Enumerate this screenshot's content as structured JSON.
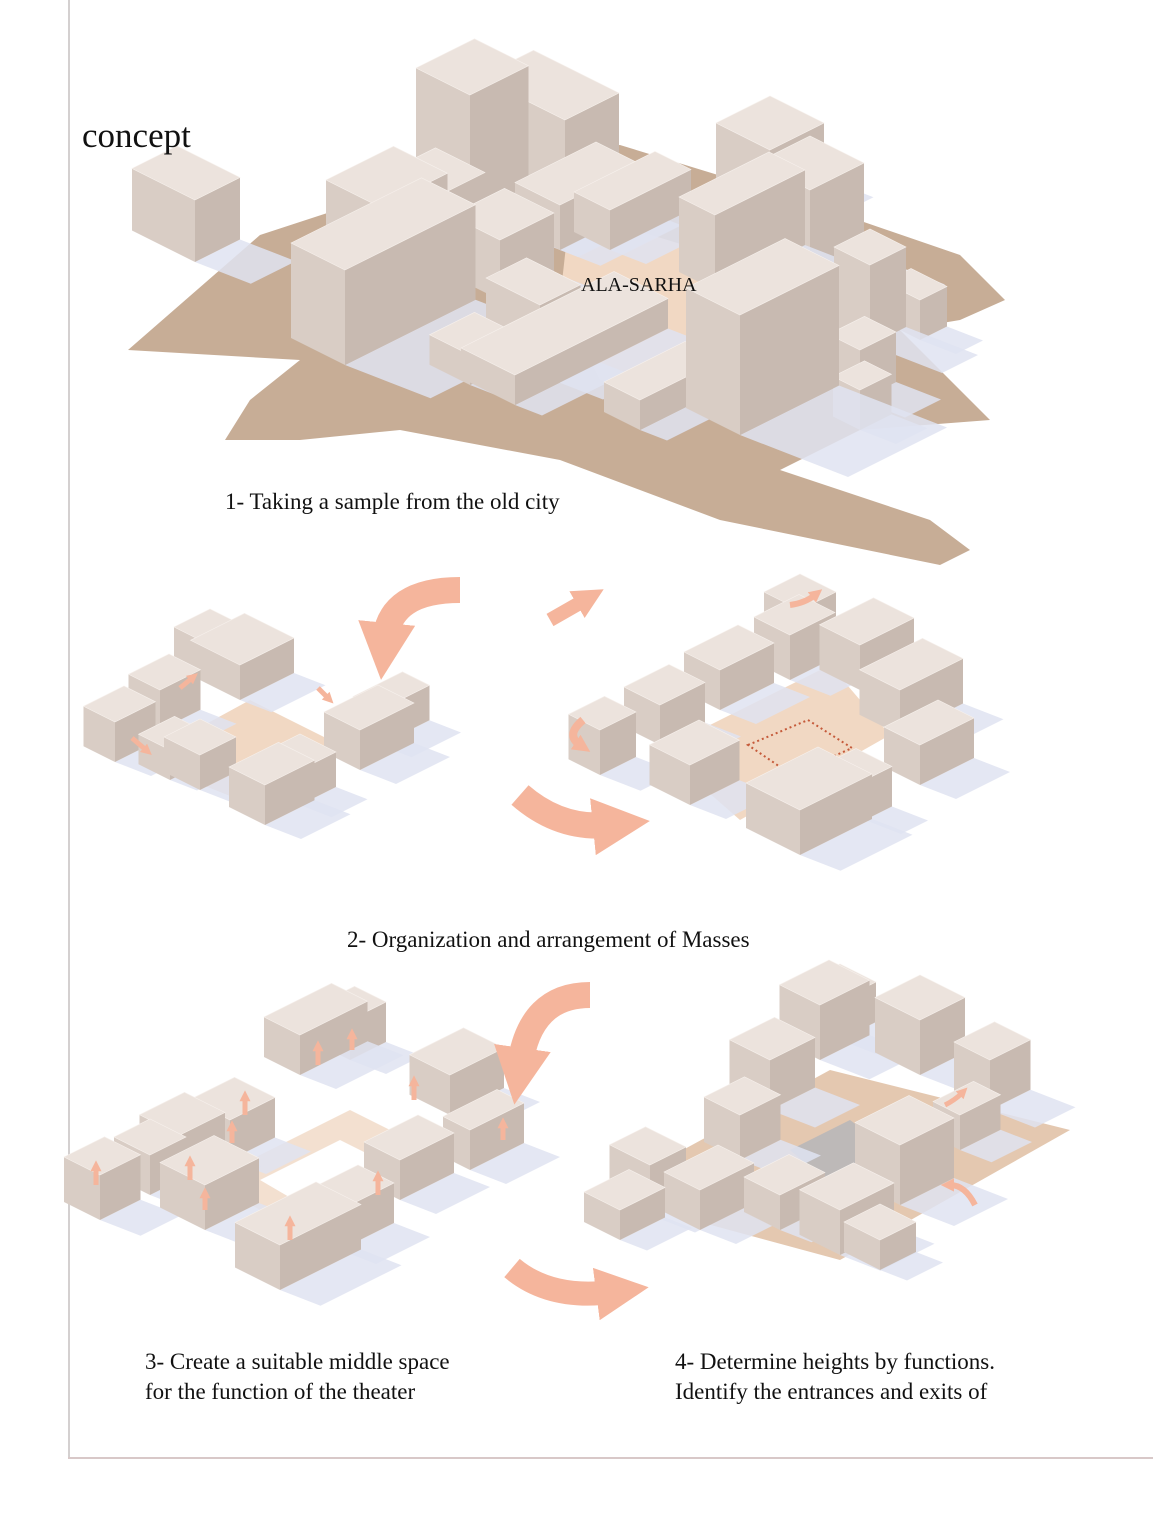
{
  "title": "concept",
  "plaza_label": "ALA-SARHA",
  "steps": [
    {
      "caption": "1- Taking a sample from the old city"
    },
    {
      "caption": "2- Organization and arrangement of Masses"
    },
    {
      "caption_line1": "3- Create a suitable middle space",
      "caption_line2": "for the function of the theater"
    },
    {
      "caption_line1": "4- Determine heights by functions.",
      "caption_line2": "Identify the entrances and exits of"
    }
  ],
  "colors": {
    "ground": "#c7ad96",
    "plaza": "#f1d8c3",
    "top": "#ece3dd",
    "left": "#d9cdc5",
    "right": "#c8bab1",
    "shadow": "#dfe3f1",
    "arrow": "#f5b59c"
  }
}
